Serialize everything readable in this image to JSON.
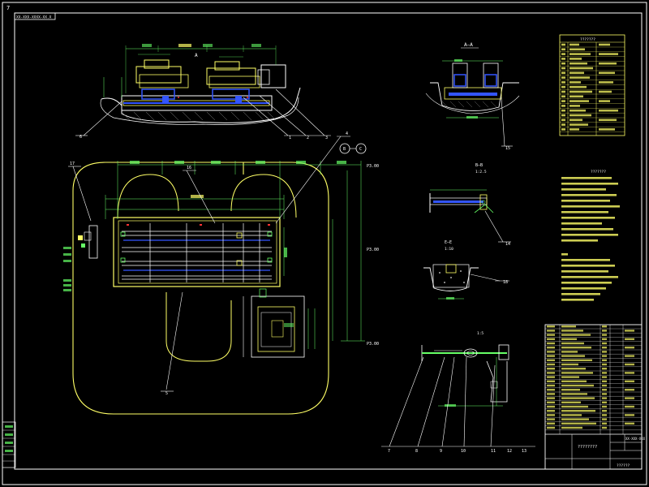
{
  "drawing": {
    "corner_mark": "7",
    "drawing_number_tag": "XX-XXX-XXXX-XX.X",
    "section_views": {
      "a_a": "A—A",
      "b_b": "B—B",
      "b_b_scale": "1:2.5",
      "e_e": "E—E",
      "e_e_scale": "1:10",
      "detail_scale": "1:5"
    },
    "plan_view": {
      "marker_a": "A",
      "elev_top": "P3.00",
      "elev_mid": "P3.00",
      "elev_bot": "P3.00",
      "circle_left": "B",
      "circle_right": "C"
    },
    "callouts": [
      "1",
      "2",
      "3",
      "4",
      "5",
      "6",
      "7",
      "8",
      "9",
      "10",
      "11",
      "12",
      "13",
      "14",
      "15",
      "16",
      "17"
    ],
    "bom_title": "???????",
    "tech_notes_title": "???????",
    "title_block": {
      "name": "????????",
      "code": "XX-XXX-XXX",
      "footer": "??????"
    }
  }
}
